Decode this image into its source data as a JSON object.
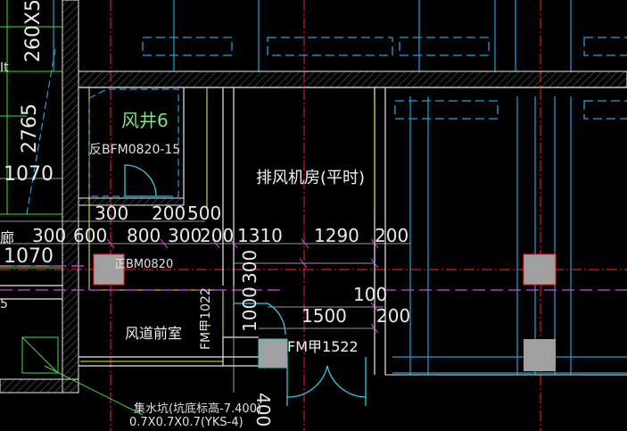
{
  "colors": {
    "background": "#000000",
    "wall": "#e8e8e8",
    "hatch": "#7a7a7a",
    "axis": "#ff2020",
    "window_line": "#2a9dd6",
    "dim": "#d0d0d0",
    "dim_tick": "#ff40ff",
    "room_label": "#f0f0f0",
    "door": "#35c8e0",
    "yellow": "#f2f230",
    "magenta": "#e040e0",
    "green": "#40e040",
    "column": "#a0a0a0"
  },
  "labels": {
    "shaft_name": "风井6",
    "shaft_door": "反BFM0820-15",
    "fan_room": "排风机房(平时)",
    "vestibule": "风道前室",
    "door_bm": "正BM0820",
    "door_fm1022": "FM甲1022",
    "door_fm1522": "FM甲1522",
    "sump": "集水坑(坑底标高-7.400)",
    "sump_size": "0.7X0.7X0.7(YKS-4)",
    "corridor_frag": "廊",
    "left_frag": "It",
    "left_frag2": "5"
  },
  "dimensions": {
    "top_left": "260X5",
    "left_v1": "2765",
    "left_h1": "1070",
    "left_h2": "1070",
    "row1": [
      "300",
      "200",
      "500"
    ],
    "row2": [
      "300",
      "600",
      "800",
      "300",
      "200",
      "1310",
      "1290",
      "200"
    ],
    "d1000": "1000",
    "d300": "300",
    "d100": "100",
    "d1500": "1500",
    "d200b": "200",
    "d400": "400"
  }
}
